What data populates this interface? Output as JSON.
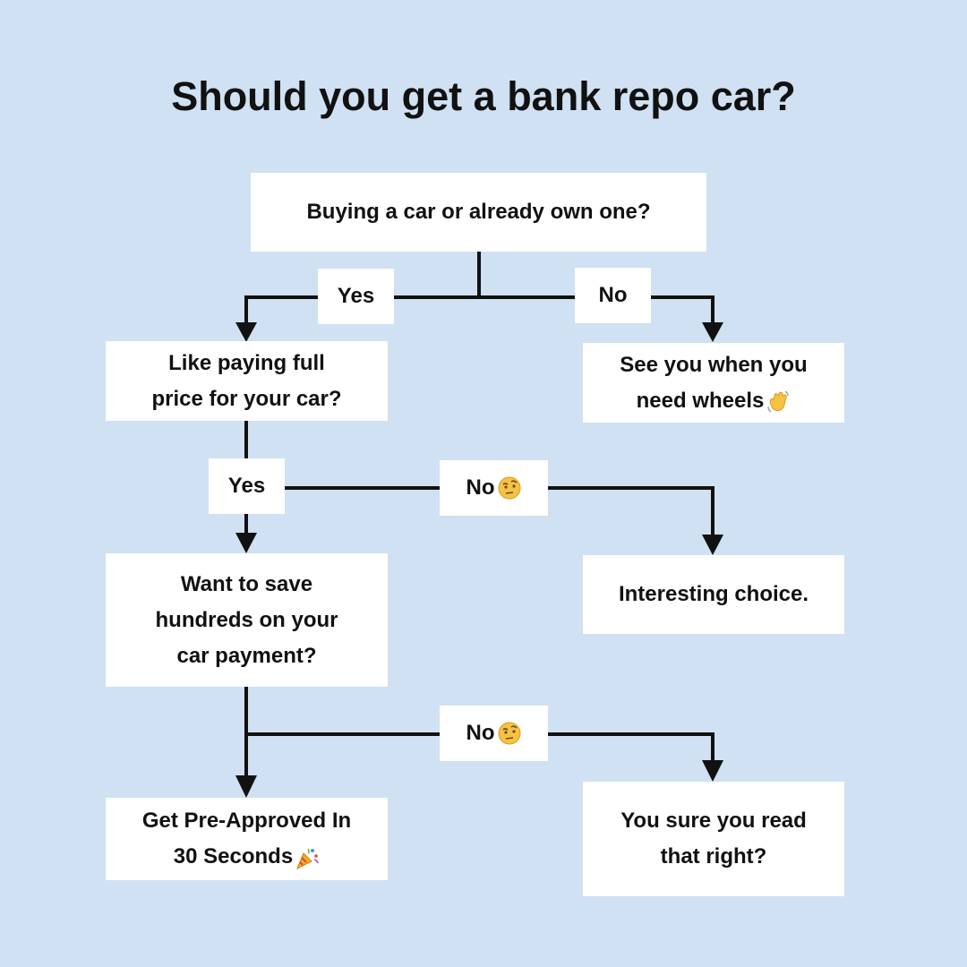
{
  "title": "Should you get a bank repo car?",
  "nodes": {
    "start": "Buying a car or already own one?",
    "full_price": "Like paying full\nprice for your car?",
    "see_you": "See you when you\nneed wheels",
    "save_hundreds": "Want to save\nhundreds on your\ncar payment?",
    "interesting": "Interesting choice.",
    "pre_approved_line1": "Get Pre-Approved In",
    "pre_approved_line2": "30 Seconds",
    "sure_read": "You sure you read\nthat right?"
  },
  "labels": {
    "yes_1": "Yes",
    "no_1": "No",
    "yes_2": "Yes",
    "no_2": "No",
    "no_3": "No"
  },
  "icons": {
    "wave": "waving-hand-icon",
    "raised_eyebrow": "raised-eyebrow-face-icon",
    "party": "party-popper-icon"
  },
  "colors": {
    "background": "#cfe1f3",
    "box": "#ffffff",
    "line": "#111111"
  }
}
